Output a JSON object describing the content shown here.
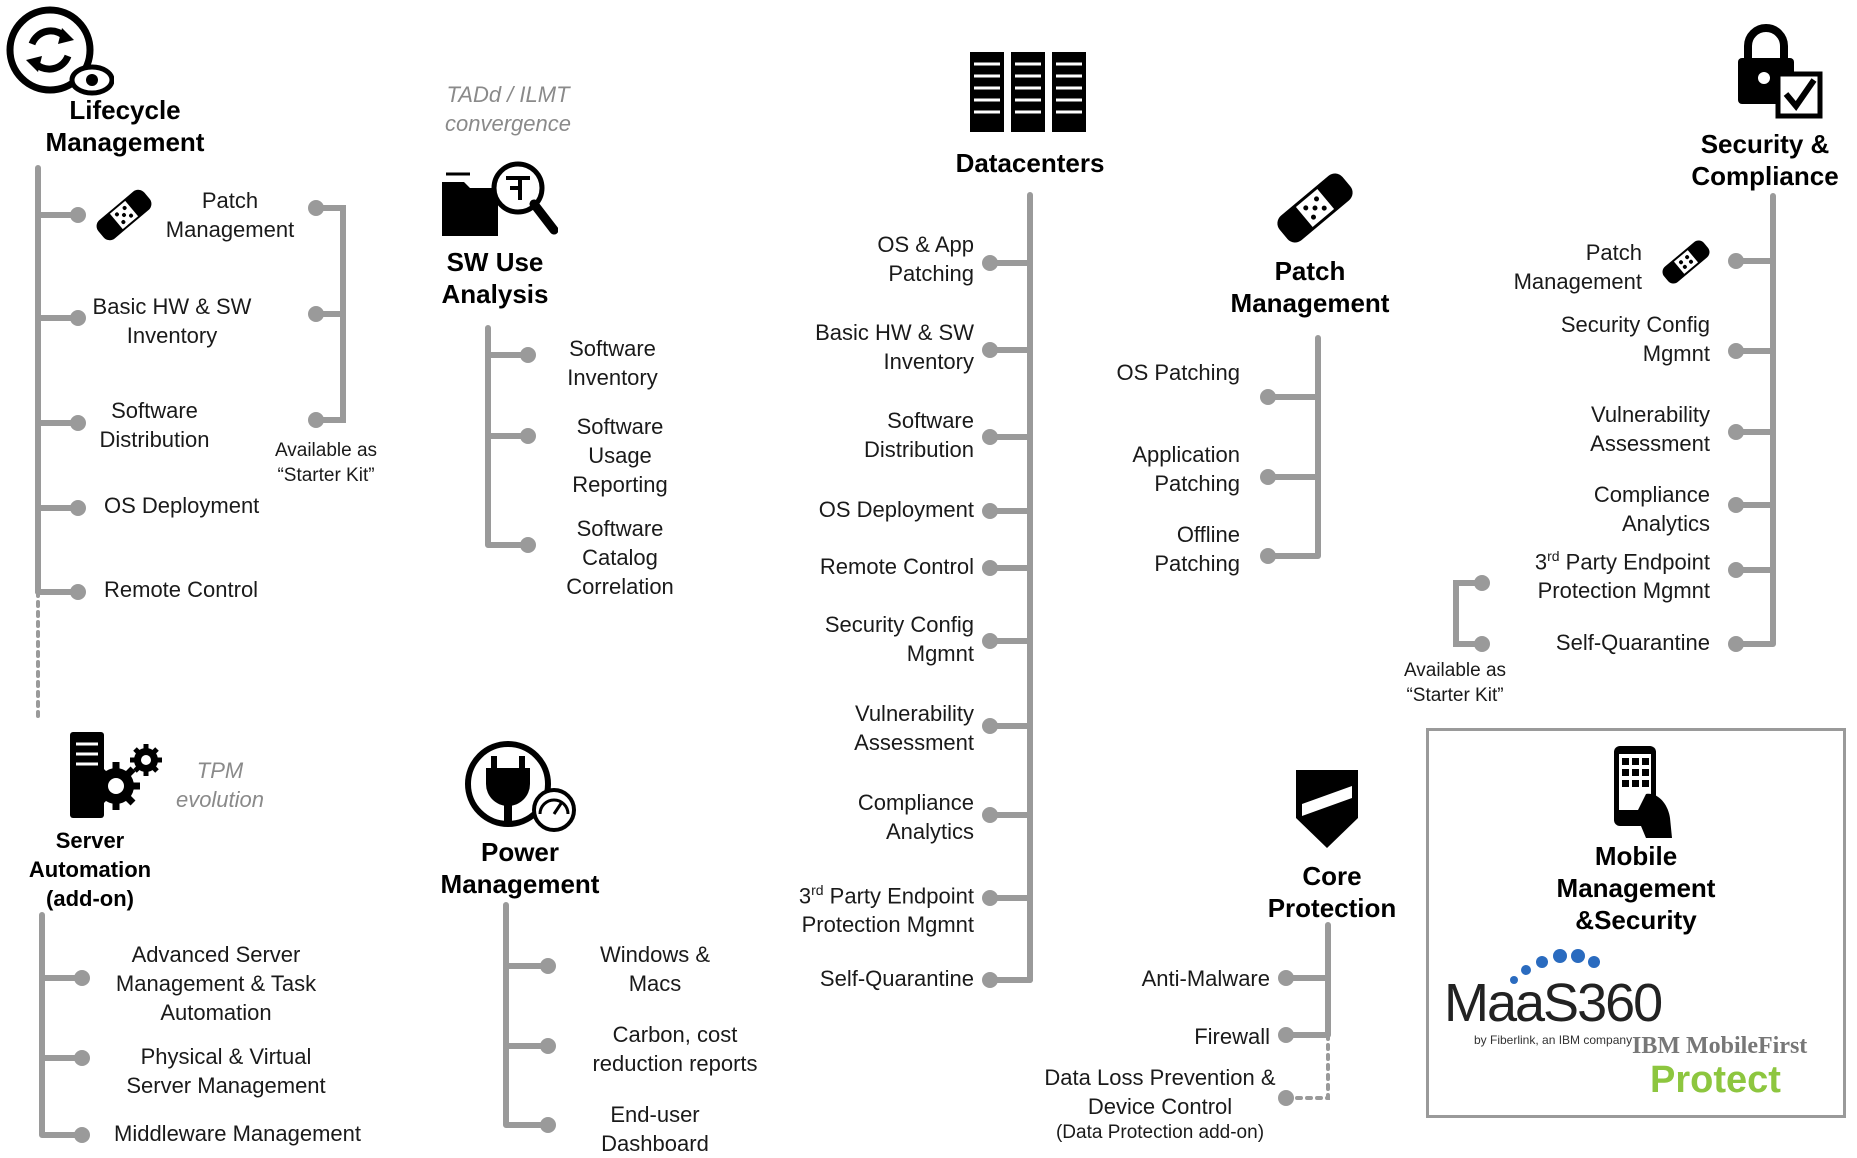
{
  "lifecycle": {
    "title": "Lifecycle\nManagement",
    "items": [
      "Patch\nManagement",
      "Basic HW & SW\nInventory",
      "Software\nDistribution",
      "OS Deployment",
      "Remote Control"
    ],
    "starter_note": "Available as\n“Starter Kit”"
  },
  "sw_use": {
    "caption": "TADd / ILMT\nconvergence",
    "title": "SW Use\nAnalysis",
    "items": [
      "Software\nInventory",
      "Software\nUsage\nReporting",
      "Software\nCatalog\nCorrelation"
    ]
  },
  "datacenters": {
    "title": "Datacenters",
    "items": [
      "OS & App\nPatching",
      "Basic HW & SW\nInventory",
      "Software\nDistribution",
      "OS Deployment",
      "Remote Control",
      "Security Config\nMgmnt",
      "Vulnerability\nAssessment",
      "Compliance\nAnalytics",
      "3rd Party Endpoint\nProtection Mgmnt",
      "Self-Quarantine"
    ]
  },
  "patch_mgmt": {
    "title": "Patch\nManagement",
    "items": [
      "OS Patching",
      "Application\nPatching",
      "Offline\nPatching"
    ]
  },
  "security": {
    "title": "Security &\nCompliance",
    "items": [
      "Patch\nManagement",
      "Security Config\nMgmnt",
      "Vulnerability\nAssessment",
      "Compliance\nAnalytics",
      "3rd Party Endpoint\nProtection Mgmnt",
      "Self-Quarantine"
    ],
    "starter_note": "Available as\n“Starter Kit”"
  },
  "server_auto": {
    "caption": "TPM\nevolution",
    "title": "Server\nAutomation\n(add-on)",
    "items": [
      "Advanced Server\nManagement & Task\nAutomation",
      "Physical & Virtual\nServer Management",
      "Middleware Management"
    ]
  },
  "power": {
    "title": "Power\nManagement",
    "items": [
      "Windows &\nMacs",
      "Carbon, cost\nreduction reports",
      "End-user\nDashboard"
    ]
  },
  "core": {
    "title": "Core\nProtection",
    "items": [
      "Anti-Malware",
      "Firewall",
      "Data Loss Prevention  &\nDevice Control"
    ],
    "addon_note": "(Data Protection add-on)"
  },
  "mobile": {
    "title": "Mobile\nManagement\n&Security",
    "maas_logo": "MaaS360",
    "maas_sub": "by Fiberlink, an IBM company",
    "ibm_logo": "IBM MobileFirst",
    "protect": "Protect"
  },
  "colors": {
    "line": "#9a9a9a",
    "text": "#1a1a1a",
    "protect": "#8dc63f",
    "maas": "#2a6bbf"
  }
}
